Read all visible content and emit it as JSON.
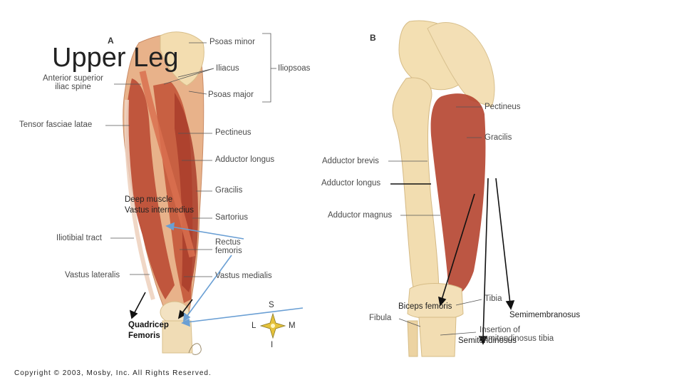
{
  "slide": {
    "title": "Upper Leg",
    "copyright": "Copyright © 2003, Mosby, Inc. All Rights Reserved.",
    "panel_a": {
      "letter": "A",
      "labels": {
        "psoas_minor": "Psoas minor",
        "iliacus": "Iliacus",
        "iliopsoas": "Iliopsoas",
        "psoas_major": "Psoas major",
        "asis": "Anterior superior\niliac spine",
        "tensor": "Tensor fasciae latae",
        "pectineus": "Pectineus",
        "adductor_longus": "Adductor longus",
        "gracilis": "Gracilis",
        "sartorius": "Sartorius",
        "iliotibial": "Iliotibial tract",
        "rectus": "Rectus\nfemoris",
        "vastus_lateralis": "Vastus lateralis",
        "vastus_medialis": "Vastus medialis"
      }
    },
    "panel_b": {
      "letter": "B",
      "labels": {
        "pectineus": "Pectineus",
        "gracilis": "Gracilis",
        "adductor_brevis": "Adductor brevis",
        "adductor_longus": "Adductor longus",
        "adductor_magnus": "Adductor magnus",
        "tibia": "Tibia",
        "fibula": "Fibula",
        "insertion": "Insertion of\nsemitendinosus tibia"
      }
    },
    "compass": {
      "s": "S",
      "l": "L",
      "m": "M",
      "i": "I"
    },
    "annotations": {
      "deep_muscle": "Deep muscle",
      "vastus_intermedius": "Vastus intermedius",
      "quadricep": "Quadricep\nFemoris",
      "biceps": "Biceps femoris",
      "semimembranosus": "Semimembranosus",
      "semitendinosus": "Semitendinosus"
    }
  }
}
